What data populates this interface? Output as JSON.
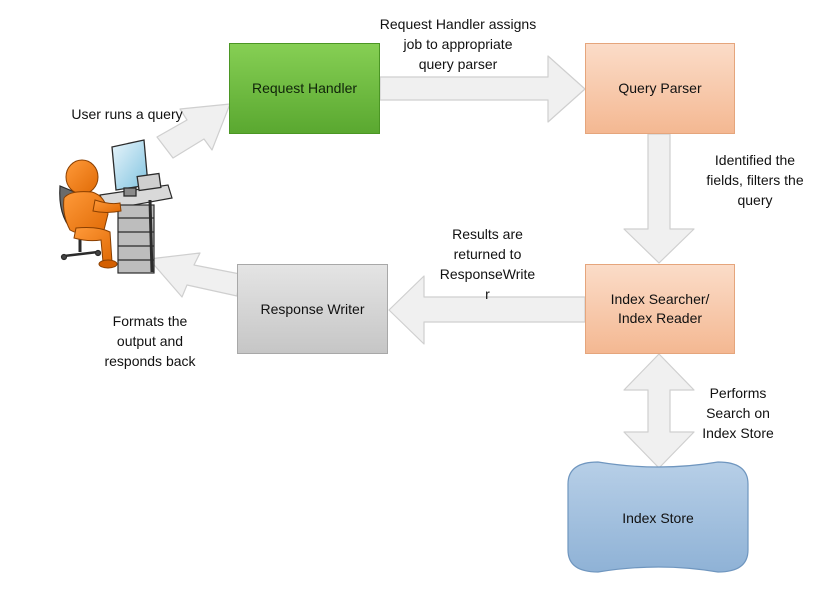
{
  "nodes": {
    "request_handler": "Request Handler",
    "query_parser": "Query Parser",
    "index_searcher": [
      "Index Searcher/",
      "Index Reader"
    ],
    "response_writer": "Response Writer",
    "index_store": "Index Store"
  },
  "labels": {
    "user_runs_query": "User runs a query",
    "assigns_job": [
      "Request Handler assigns",
      "job to appropriate",
      "query parser"
    ],
    "identified_fields": [
      "Identified the",
      "fields, filters the",
      "query"
    ],
    "results_returned": [
      "Results are",
      "returned to",
      "ResponseWrite",
      "r"
    ],
    "formats_output": [
      "Formats the",
      "output and",
      "responds back"
    ],
    "performs_search": [
      "Performs",
      "Search on",
      "Index Store"
    ]
  },
  "colors": {
    "request_handler": "#6cbd3e",
    "query_parser": "#f8c9aa",
    "index_searcher": "#f8c9aa",
    "response_writer": "#d4d4d4",
    "index_store": "#9bbcdc",
    "arrow_fill": "#f0f0f0",
    "arrow_stroke": "#cfcfcf"
  },
  "icons": {
    "user": "user-at-computer-icon"
  }
}
